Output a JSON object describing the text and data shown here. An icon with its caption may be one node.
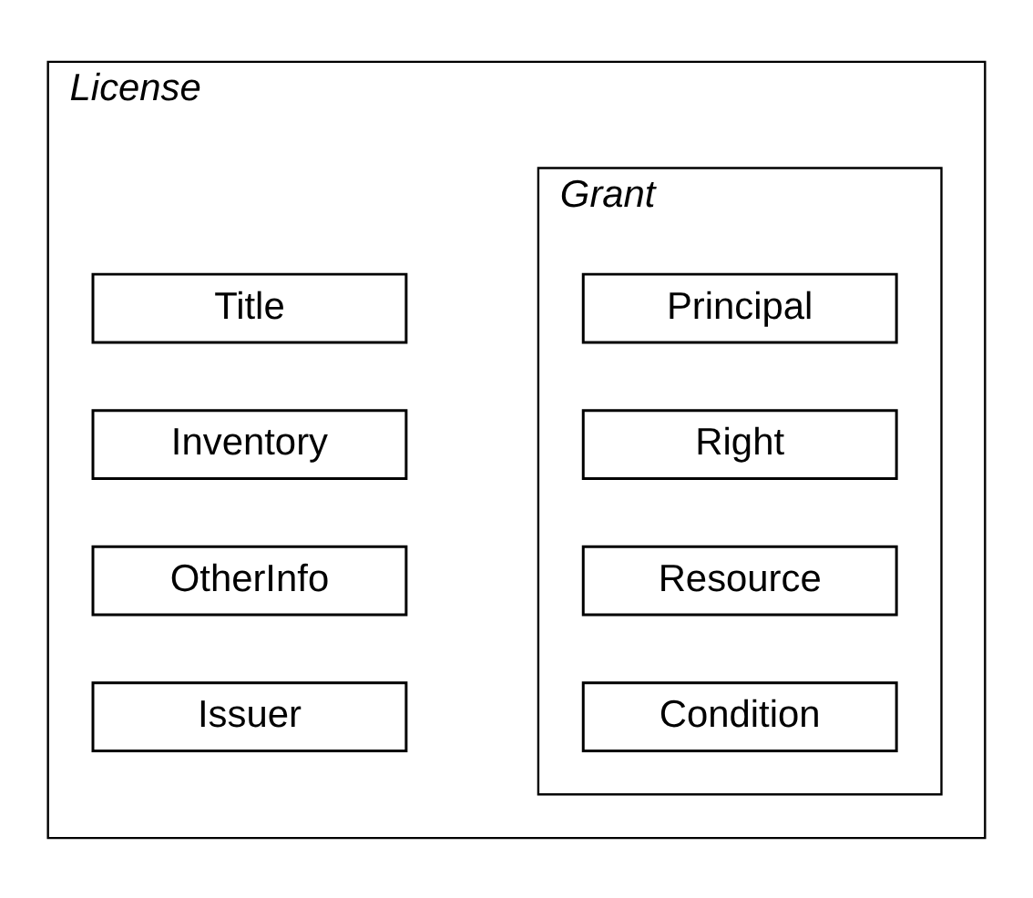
{
  "diagram": {
    "nodes": [
      {
        "text": [
          "License"
        ]
      },
      {
        "text": [
          "Grant"
        ],
        "in": 0
      },
      {
        "text": [
          "Principal"
        ],
        "in": 1
      },
      {
        "text": [
          "Right"
        ],
        "in": 1
      },
      {
        "text": [
          "Resource"
        ],
        "in": 1
      },
      {
        "text": [
          "Condition"
        ],
        "in": 1
      },
      {
        "text": [
          "Title"
        ],
        "in": 0
      },
      {
        "text": [
          "Inventory"
        ],
        "in": 0
      },
      {
        "text": [
          "OtherInfo"
        ],
        "in": 0
      },
      {
        "text": [
          "Issuer"
        ],
        "in": 0
      }
    ],
    "edges": []
  }
}
